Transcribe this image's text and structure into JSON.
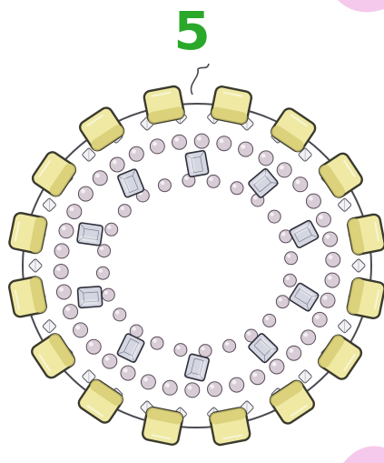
{
  "step_label": "5",
  "colors": {
    "step_number": "#2aa82a",
    "thread": "#4a4a52",
    "gold_bead_fill": "#efe9a4",
    "gold_bead_shade": "#d7cc72",
    "gold_bead_outline": "#3a3a2e",
    "pearl_fill": "#d8cdd6",
    "pearl_outline": "#5b4e5c",
    "bicone_fill": "#f2f2f6",
    "bicone_outline": "#555560",
    "crystal_fill": "#d4d6e2",
    "crystal_outline": "#2f2f3a",
    "page_corner_pink": "#f3bfe9"
  },
  "bead_counts": {
    "gold_cubes": 16,
    "large_crystals": 10
  }
}
